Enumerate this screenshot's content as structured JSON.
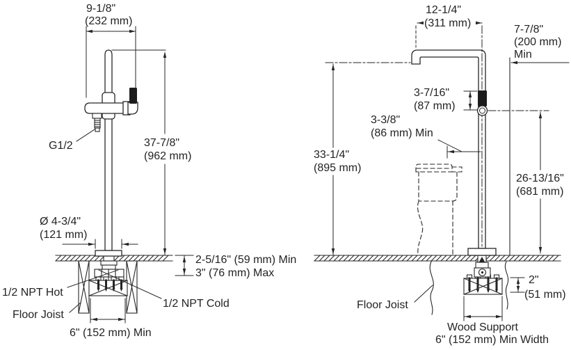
{
  "diagram": {
    "type": "installation-dimension-drawing",
    "product": "floor-mount bath filler faucet",
    "front_view": {
      "spout_reach_in": "9-1/8\"",
      "spout_reach_mm": "(232 mm)",
      "g_thread": "G1/2",
      "overall_height_in": "37-7/8\"",
      "overall_height_mm": "(962 mm)",
      "base_diameter_in": "Ø 4-3/4\"",
      "base_diameter_mm": "(121 mm)",
      "rough_in_min": "2-5/16\" (59 mm) Min",
      "rough_in_max": "3\" (76 mm) Max",
      "npt_hot": "1/2 NPT Hot",
      "npt_cold": "1/2 NPT Cold",
      "floor_joist": "Floor Joist",
      "support_width_min": "6\" (152 mm) Min"
    },
    "side_view": {
      "spout_width_in": "12-1/4\"",
      "spout_width_mm": "(311 mm)",
      "clearance_in": "7-7/8\"",
      "clearance_mm": "(200 mm)",
      "clearance_qualifier": "Min",
      "handle_length_in": "3-7/16\"",
      "handle_length_mm": "(87 mm)",
      "fixture_clearance_in": "3-3/8\"",
      "fixture_clearance_mm": "(86 mm) Min",
      "spout_height_in": "33-1/4\"",
      "spout_height_mm": "(895 mm)",
      "handle_height_in": "26-13/16\"",
      "handle_height_mm": "(681 mm)",
      "board_thickness_in": "2\"",
      "board_thickness_mm": "(51 mm)",
      "floor_joist": "Floor Joist",
      "wood_support_line1": "Wood Support",
      "wood_support_line2": "6\" (152 mm) Min Width"
    }
  }
}
